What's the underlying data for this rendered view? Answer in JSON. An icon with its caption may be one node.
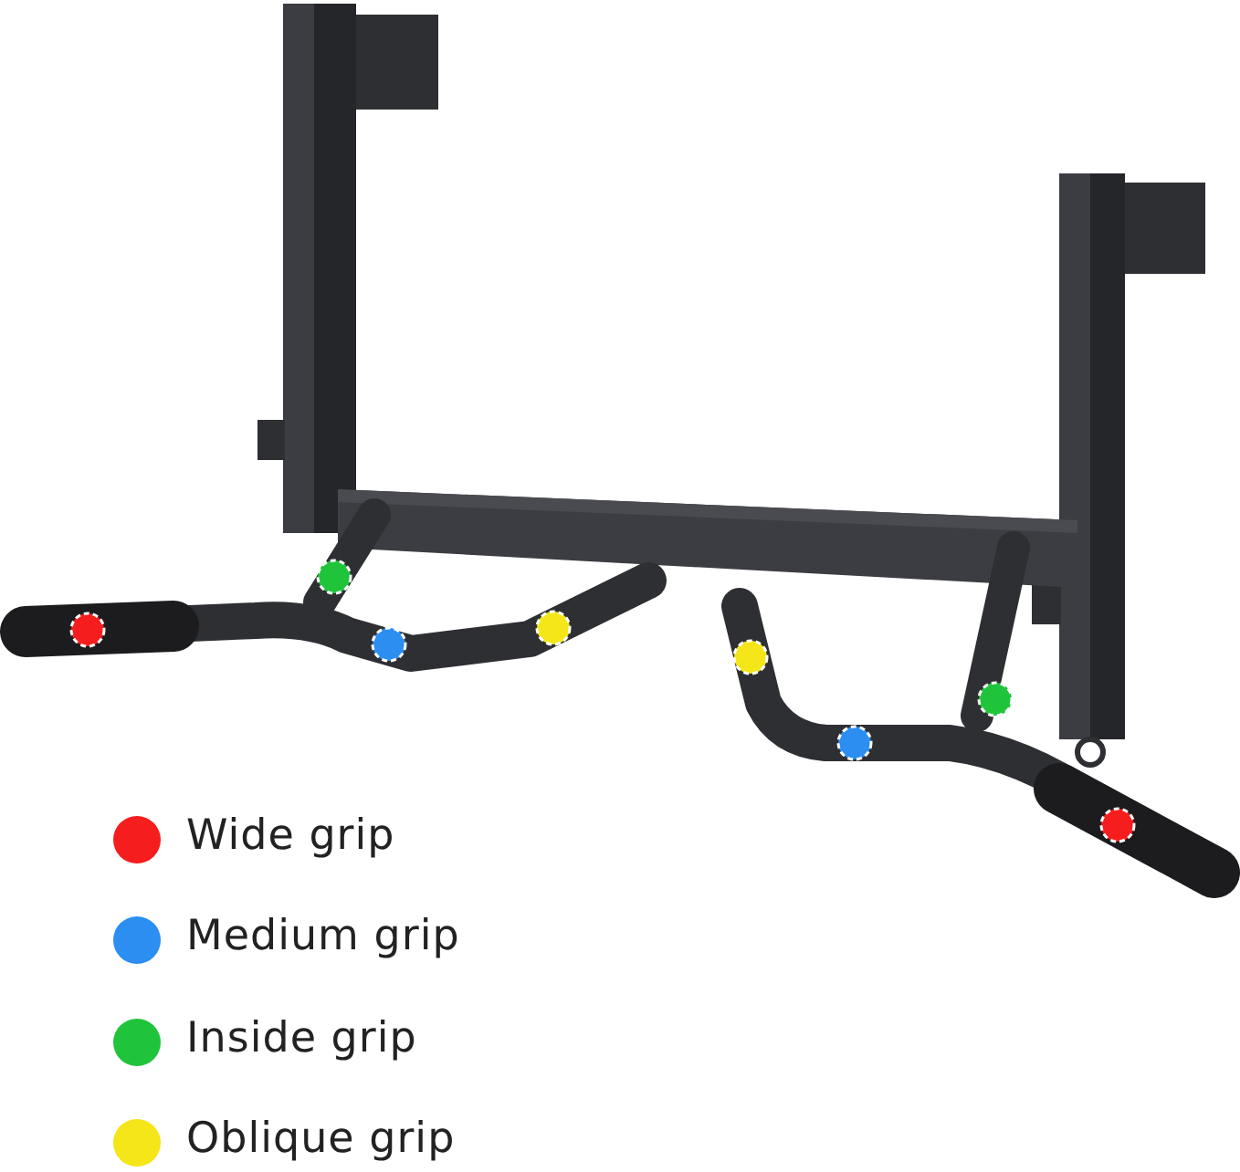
{
  "diagram": {
    "legend": [
      {
        "text": "Wide grip",
        "color": "#f51d1d"
      },
      {
        "text": "Medium grip",
        "color": "#2b8ef0"
      },
      {
        "text": "Inside grip",
        "color": "#1fc43a"
      },
      {
        "text": "Oblique grip",
        "color": "#f4e619"
      }
    ]
  }
}
